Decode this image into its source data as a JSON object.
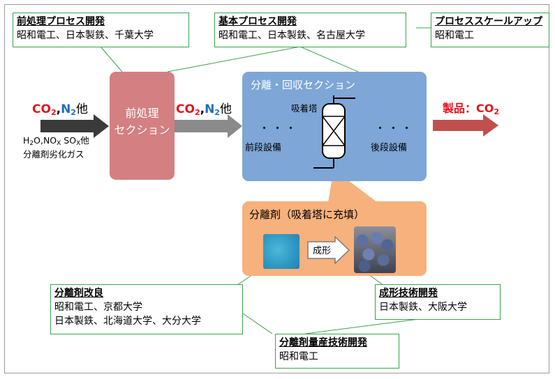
{
  "boxes": {
    "pretreat_dev": {
      "title": "前処理プロセス開発",
      "line1": "昭和電工、日本製鉄、千葉大学"
    },
    "basic_dev": {
      "title": "基本プロセス開発",
      "line1": "昭和電工、日本製鉄、名古屋大学"
    },
    "scaleup": {
      "title": "プロセススケールアップ",
      "line1": "昭和電工"
    },
    "sorbent_improve": {
      "title": "分離剤改良",
      "line1": "昭和電工、京都大学",
      "line2": "日本製鉄、北海道大学、大分大学"
    },
    "shaping_tech": {
      "title": "成形技術開発",
      "line1": "日本製鉄、大阪大学"
    },
    "mass_production": {
      "title": "分離剤量産技術開発",
      "line1": "昭和電工"
    }
  },
  "flow": {
    "input": {
      "co2": "CO",
      "co2_sub": "2",
      "comma": ",",
      "n2": "N",
      "n2_sub": "2",
      "other": "他"
    },
    "impurities": {
      "h2o": "H",
      "h2o_sub": "2",
      "h2o_rest": "O,NO",
      "nox_sub": "X",
      "sox": " SO",
      "sox_sub": "X",
      "sox_rest": "他",
      "line2": "分離剤劣化ガス"
    },
    "pretreat_label_1": "前処理",
    "pretreat_label_2": "セクション",
    "mid": {
      "co2": "CO",
      "co2_sub": "2",
      "comma": ",",
      "n2": "N",
      "n2_sub": "2",
      "other": "他"
    },
    "product": {
      "label": "製品：CO",
      "sub": "2"
    }
  },
  "separation": {
    "title": "分離・回収セクション",
    "tower": "吸着塔",
    "dots_left": "・・・",
    "dots_right": "・・・",
    "front": "前段設備",
    "back": "後段設備"
  },
  "adsorbent": {
    "title": "分離剤（吸着塔に充填）",
    "shaping": "成形"
  },
  "colors": {
    "pretreat": "#d47f82",
    "separation": "#7ea6d6",
    "adsorbent": "#f7b17c",
    "box_border": "#3aa34a",
    "co2": "#e8121c",
    "n2": "#1f6fc4",
    "product_arrow": "#c0504d"
  }
}
